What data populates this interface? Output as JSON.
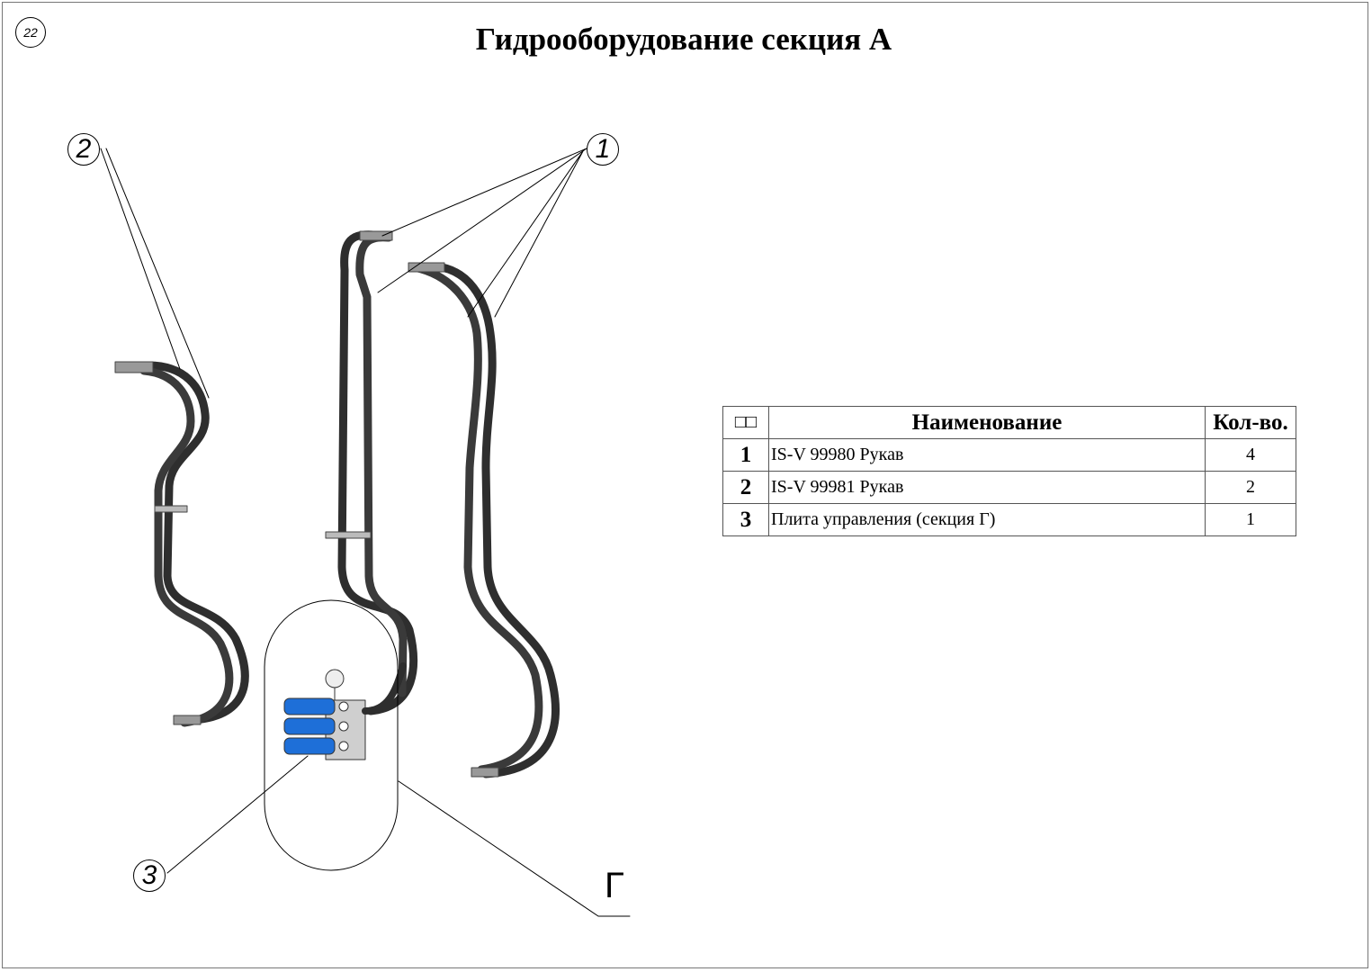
{
  "page_number": "22",
  "title": "Гидрооборудование секция А",
  "callouts": {
    "item1": "1",
    "item2": "2",
    "item3": "3"
  },
  "view_label": "Г",
  "table": {
    "headers": [
      "□□",
      "Наименование",
      "Кол-во."
    ],
    "rows": [
      {
        "pos": "1",
        "name": "IS-V 99980 Рукав",
        "qty": "4"
      },
      {
        "pos": "2",
        "name": "IS-V 99981 Рукав",
        "qty": "2"
      },
      {
        "pos": "3",
        "name": "Плита управления (секция Г)",
        "qty": "1"
      }
    ]
  },
  "colors": {
    "hose": "#2e2e2e",
    "valve": "#1e6fd8",
    "plate": "#cfcfcf"
  }
}
